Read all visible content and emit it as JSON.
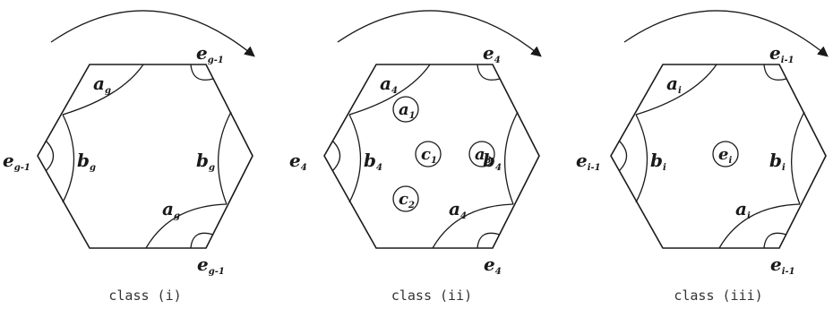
{
  "diagrams": [
    {
      "caption": "class (i)",
      "labels": {
        "top_right": {
          "base": "e",
          "sub": "g-1"
        },
        "left": {
          "base": "e",
          "sub": "g-1"
        },
        "bottom_right": {
          "base": "e",
          "sub": "g-1"
        },
        "arc_top": {
          "base": "a",
          "sub": "g"
        },
        "arc_bottom": {
          "base": "a",
          "sub": "g"
        },
        "b_left": {
          "base": "b",
          "sub": "g"
        },
        "b_right": {
          "base": "b",
          "sub": "g"
        }
      },
      "circles": []
    },
    {
      "caption": "class (ii)",
      "labels": {
        "top_right": {
          "base": "e",
          "sub": "4"
        },
        "left": {
          "base": "e",
          "sub": "4"
        },
        "bottom_right": {
          "base": "e",
          "sub": "4"
        },
        "arc_top": {
          "base": "a",
          "sub": "4"
        },
        "arc_bottom": {
          "base": "a",
          "sub": "4"
        },
        "b_left": {
          "base": "b",
          "sub": "4"
        },
        "b_right": {
          "base": "b",
          "sub": "4"
        }
      },
      "circles": [
        {
          "base": "a",
          "sub": "1"
        },
        {
          "base": "c",
          "sub": "1"
        },
        {
          "base": "a",
          "sub": "3"
        },
        {
          "base": "c",
          "sub": "2"
        }
      ]
    },
    {
      "caption": "class (iii)",
      "labels": {
        "top_right": {
          "base": "e",
          "sub": "i-1"
        },
        "left": {
          "base": "e",
          "sub": "i-1"
        },
        "bottom_right": {
          "base": "e",
          "sub": "i-1"
        },
        "arc_top": {
          "base": "a",
          "sub": "i"
        },
        "arc_bottom": {
          "base": "a",
          "sub": "i"
        },
        "b_left": {
          "base": "b",
          "sub": "i"
        },
        "b_right": {
          "base": "b",
          "sub": "i"
        }
      },
      "circles": [
        {
          "base": "e",
          "sub": "i"
        }
      ]
    }
  ]
}
